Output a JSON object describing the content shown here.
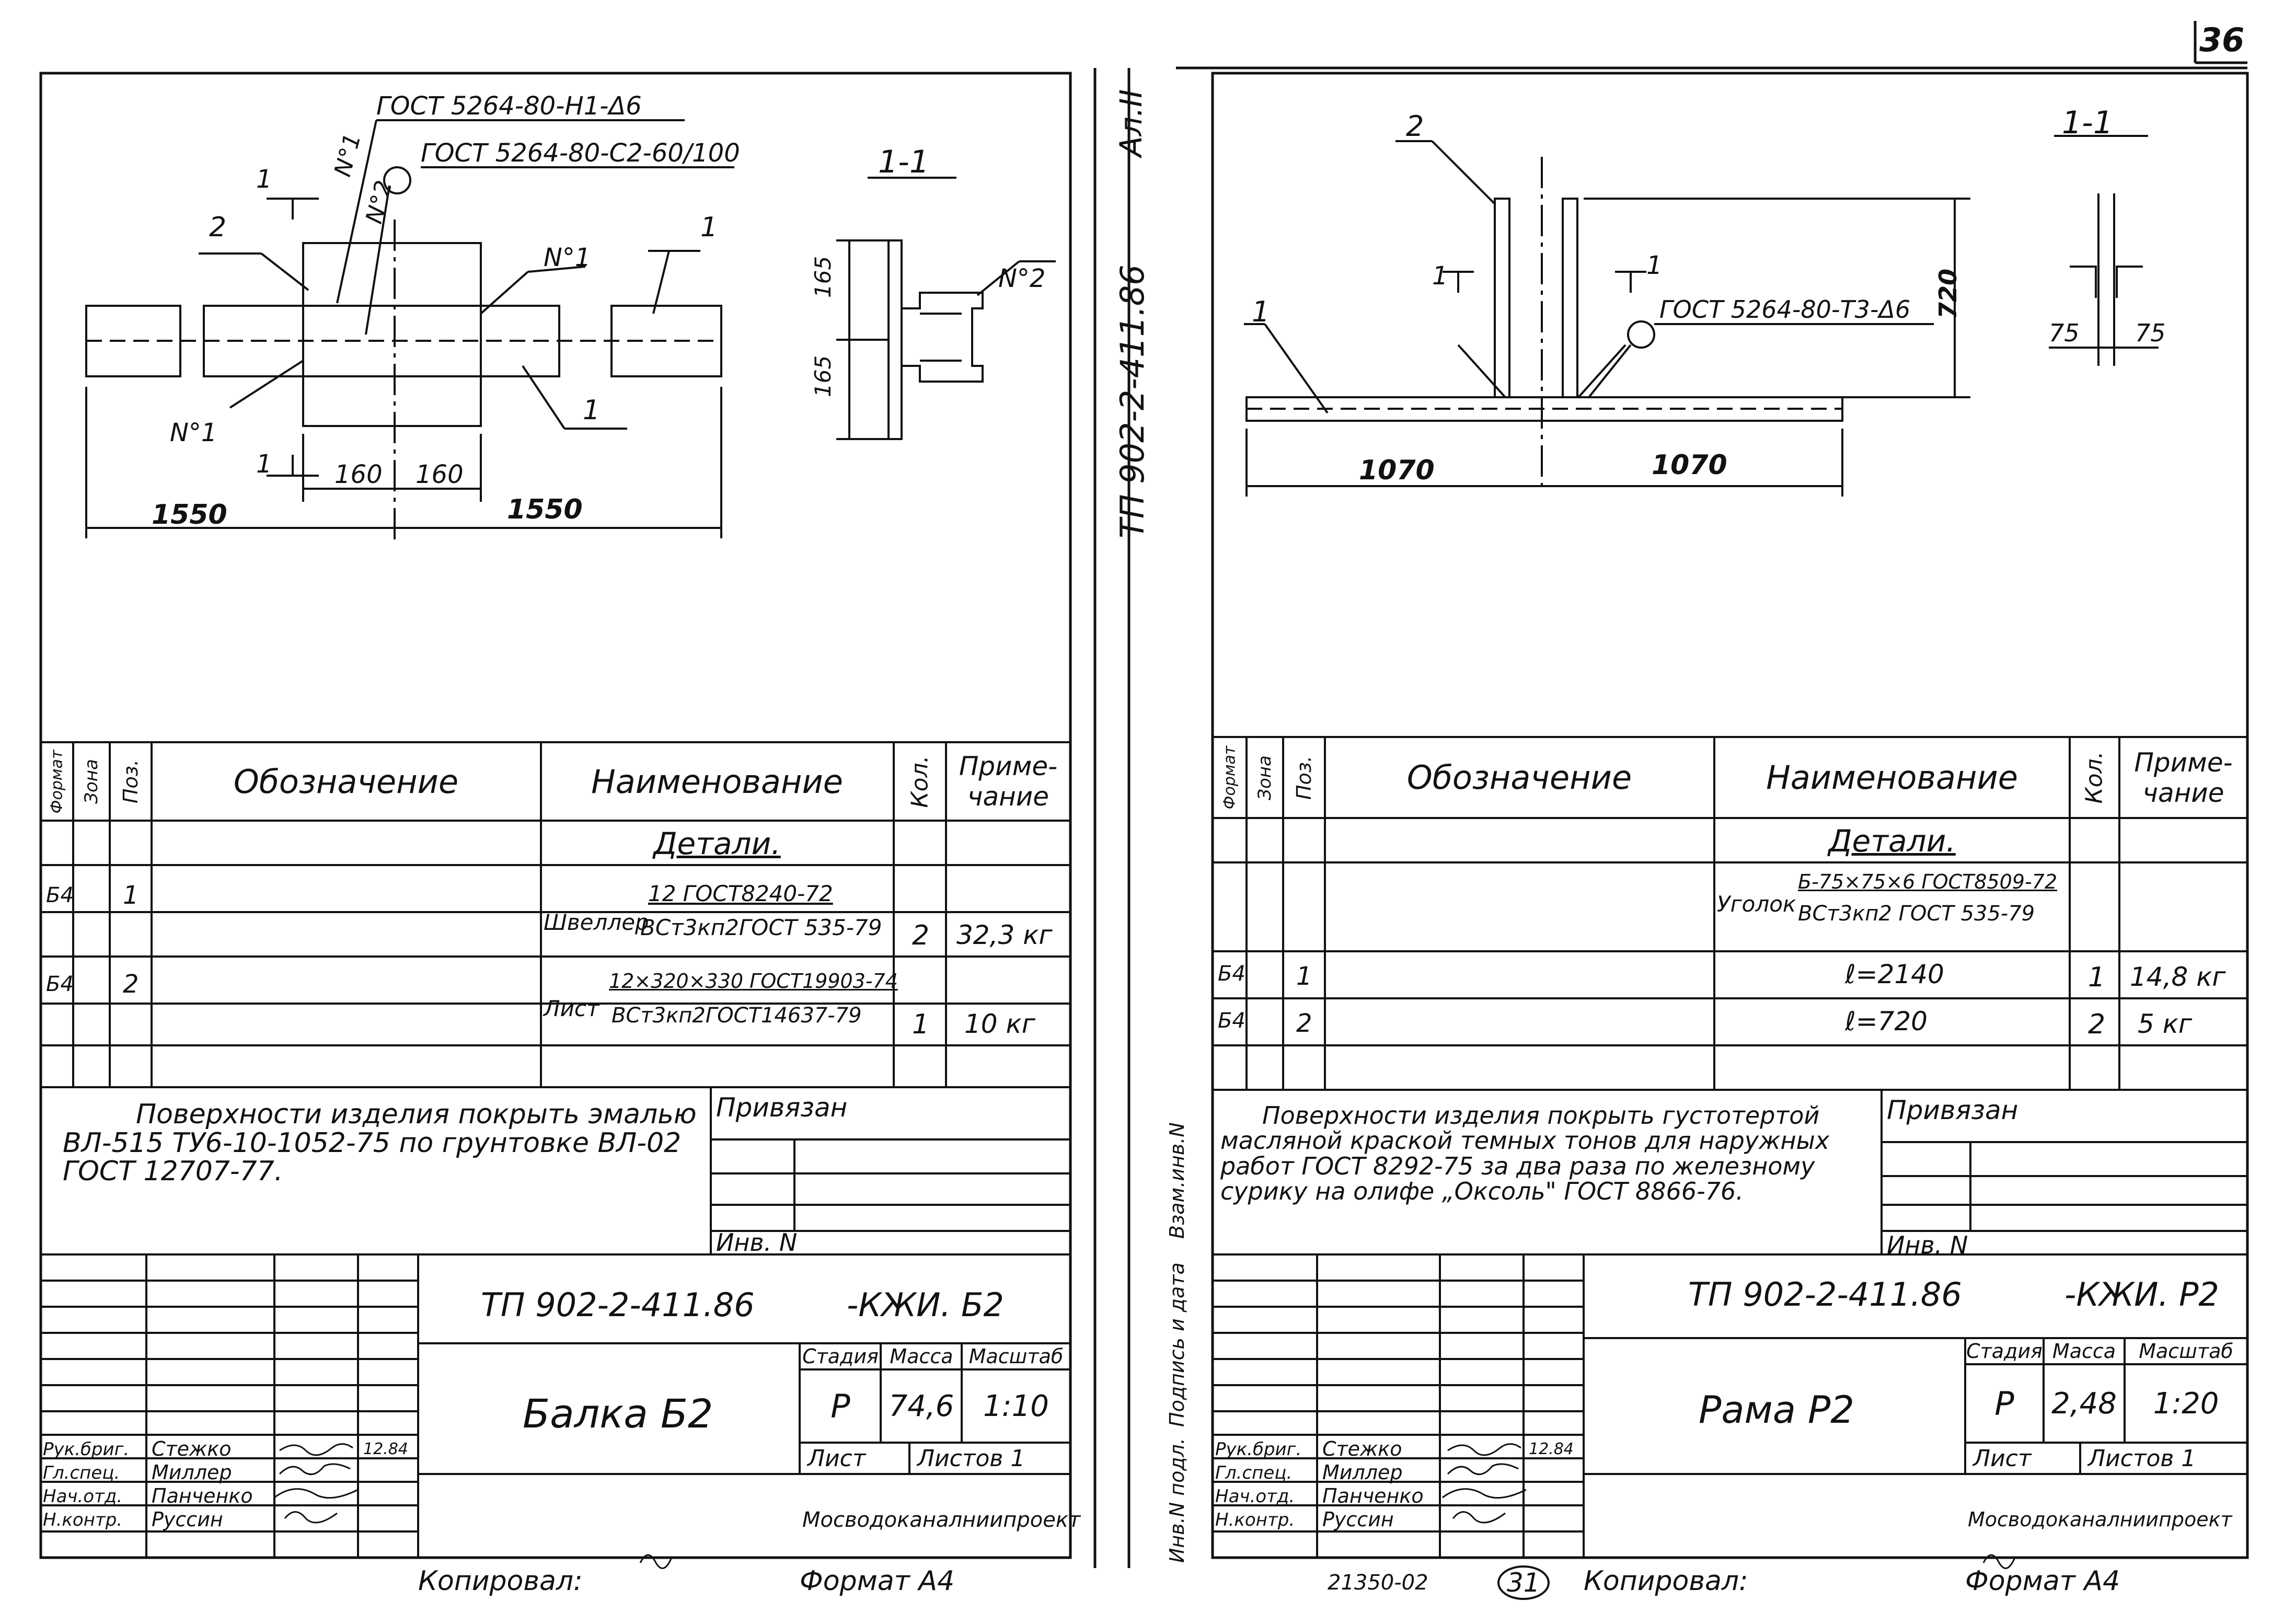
{
  "page": {
    "corner_number": "36",
    "side_stamp": "Ал.II",
    "side_project": "ТП 902-2-411.86",
    "side_fields": [
      "Инв.N подл.",
      "Подпись и дата",
      "Взам.инв.N"
    ],
    "bottom_center_code": "21350-02",
    "bottom_center_page": "31"
  },
  "left": {
    "drawing": {
      "weld1": "ГОСТ 5264-80-Н1-Δ6",
      "weld2": "ГОСТ 5264-80-С2-60/100",
      "seam1_a": "N°1",
      "seam2_a": "N°2",
      "seam1_b": "N°1",
      "seam1_c": "N°1",
      "pos1_a": "1",
      "pos1_b": "1",
      "pos2": "2",
      "cut_a": "1",
      "cut_b": "1",
      "dim160_a": "160",
      "dim160_b": "160",
      "dim1550_a": "1550",
      "dim1550_b": "1550",
      "section_title": "1-1",
      "sec_dim_a": "165",
      "sec_dim_b": "165",
      "sec_seam": "N°2"
    },
    "spec": {
      "headers": [
        "Формат",
        "Зона",
        "Поз.",
        "Обозначение",
        "Наименование",
        "Кол.",
        "Приме-чание"
      ],
      "section_title": "Детали.",
      "rows": [
        {
          "format": "Б4",
          "pos": "1",
          "name_prefix": "Швеллер",
          "name_top": "12 ГОСТ8240-72",
          "name_bottom": "ВСт3кп2ГОСТ 535-79",
          "qty": "2",
          "note": "32,3 кг"
        },
        {
          "format": "Б4",
          "pos": "2",
          "name_prefix": "Лист",
          "name_top": "12×320×330 ГОСТ19903-74",
          "name_bottom": "ВСт3кп2ГОСТ14637-79",
          "qty": "1",
          "note": "10 кг"
        }
      ]
    },
    "note": "Поверхности изделия покрыть эмалью ВЛ-515 ТУ6-10-1052-75 по грунтовке ВЛ-02 ГОСТ 12707-77.",
    "bound": "Привязан",
    "inv": "Инв. N",
    "titleblock": {
      "code": "ТП 902-2-411.86",
      "mark": "-КЖИ. Б2",
      "name": "Балка Б2",
      "stage_h": "Стадия",
      "mass_h": "Масса",
      "scale_h": "Масштаб",
      "stage": "Р",
      "mass": "74,6",
      "scale": "1:10",
      "sheet": "Лист",
      "sheets": "Листов 1",
      "org": "Мосводоканалниипроект",
      "people": [
        {
          "role": "Рук.бриг.",
          "name": "Стежко",
          "date": "12.84"
        },
        {
          "role": "Гл.спец.",
          "name": "Миллер",
          "date": ""
        },
        {
          "role": "Нач.отд.",
          "name": "Панченко",
          "date": ""
        },
        {
          "role": "Н.контр.",
          "name": "Руссин",
          "date": ""
        }
      ]
    },
    "copied": "Копировал:",
    "format": "Формат А4"
  },
  "right": {
    "drawing": {
      "pos2": "2",
      "pos1": "1",
      "cut_a": "1",
      "cut_b": "1",
      "weld": "ГОСТ 5264-80-Т3-Δ6",
      "dim720": "720",
      "dim1070_a": "1070",
      "dim1070_b": "1070",
      "section_title": "1-1",
      "sec75_a": "75",
      "sec75_b": "75"
    },
    "spec": {
      "headers": [
        "Формат",
        "Зона",
        "Поз.",
        "Обозначение",
        "Наименование",
        "Кол.",
        "Приме-чание"
      ],
      "section_title": "Детали.",
      "rows": [
        {
          "format": "",
          "pos": "",
          "name_prefix": "Уголок",
          "name_top": "Б-75×75×6 ГОСТ8509-72",
          "name_bottom": "ВСт3кп2 ГОСТ 535-79",
          "qty": "",
          "note": ""
        },
        {
          "format": "Б4",
          "pos": "1",
          "name_prefix": "",
          "name_top": "ℓ=2140",
          "name_bottom": "",
          "qty": "1",
          "note": "14,8 кг"
        },
        {
          "format": "Б4",
          "pos": "2",
          "name_prefix": "",
          "name_top": "ℓ=720",
          "name_bottom": "",
          "qty": "2",
          "note": "5 кг"
        }
      ]
    },
    "note": "Поверхности изделия покрыть густотертой масляной краской темных тонов для наружных работ ГОСТ 8292-75 за два раза по железному сурику на олифе „Оксоль\" ГОСТ 8866-76.",
    "bound": "Привязан",
    "inv": "Инв. N",
    "titleblock": {
      "code": "ТП 902-2-411.86",
      "mark": "-КЖИ. Р2",
      "name": "Рама Р2",
      "stage_h": "Стадия",
      "mass_h": "Масса",
      "scale_h": "Масштаб",
      "stage": "Р",
      "mass": "2,48",
      "scale": "1:20",
      "sheet": "Лист",
      "sheets": "Листов 1",
      "org": "Мосводоканалниипроект",
      "people": [
        {
          "role": "Рук.бриг.",
          "name": "Стежко",
          "date": "12.84"
        },
        {
          "role": "Гл.спец.",
          "name": "Миллер",
          "date": ""
        },
        {
          "role": "Нач.отд.",
          "name": "Панченко",
          "date": ""
        },
        {
          "role": "Н.контр.",
          "name": "Руссин",
          "date": ""
        }
      ]
    },
    "copied": "Копировал:",
    "format": "Формат А4"
  }
}
